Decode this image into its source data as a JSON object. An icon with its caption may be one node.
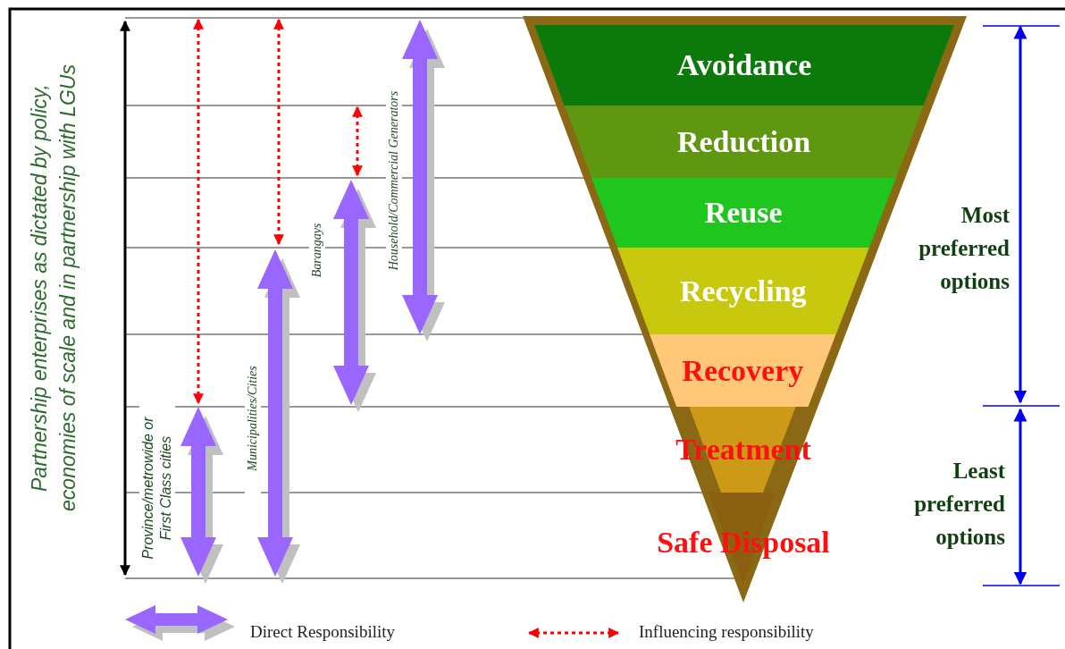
{
  "diagram": {
    "nodes": [
      {
        "text": [
          "Avoidance"
        ]
      },
      {
        "text": [
          "Reduction"
        ]
      },
      {
        "text": [
          "Reuse"
        ]
      },
      {
        "text": [
          "Recycling"
        ]
      },
      {
        "text": [
          "Recovery"
        ]
      },
      {
        "text": [
          "Treatment"
        ]
      },
      {
        "text": [
          "Safe Disposal"
        ]
      }
    ],
    "labels": [
      "Partnership enterprises as dictated by policy, economies of scale and in partnership with LGUs",
      "Province/metrowide or First Class cities",
      "Municipalities/Cities",
      "Barangays",
      "Household/Commercial Generators",
      "Most preferred options",
      "Least preferred options"
    ],
    "legend": [
      {
        "text": "Direct Responsibility"
      },
      {
        "text": "Influencing responsibility"
      }
    ]
  }
}
